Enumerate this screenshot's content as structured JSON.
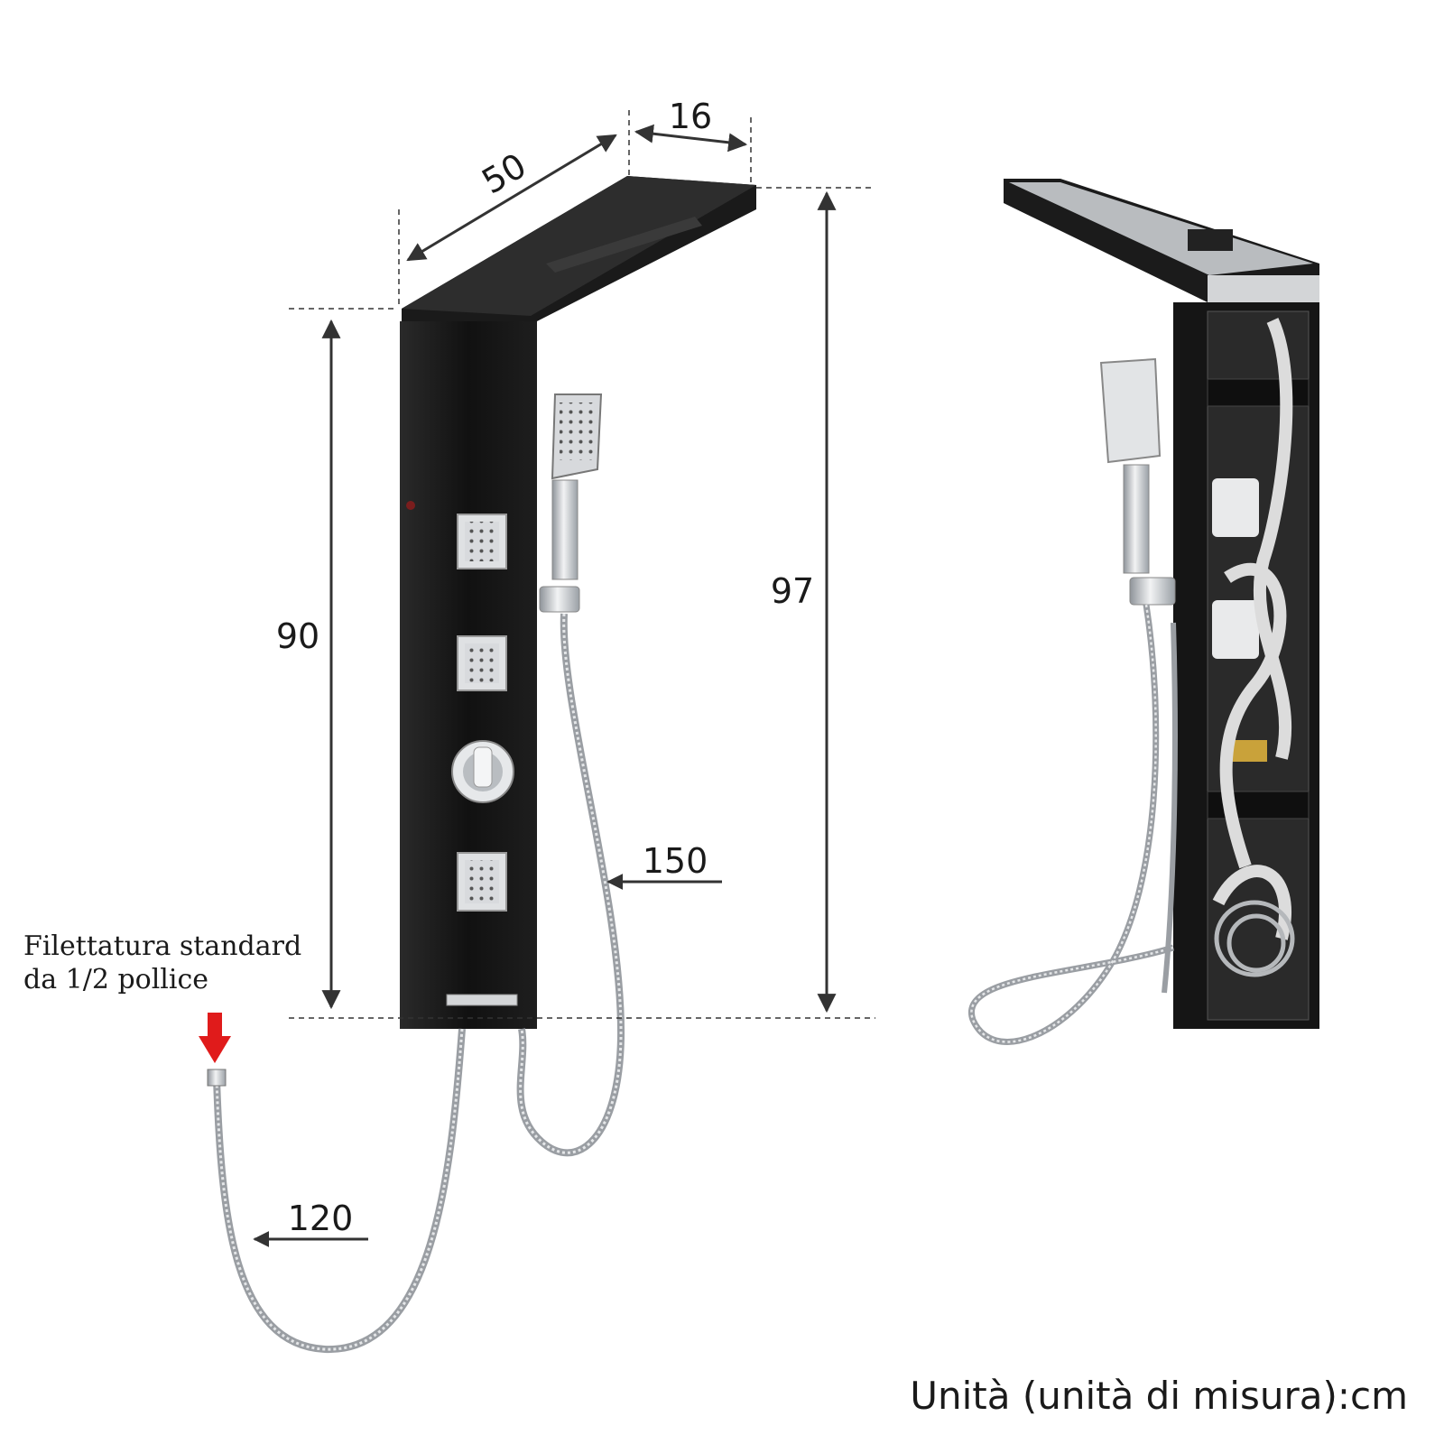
{
  "dimensions": {
    "top_depth": "16",
    "top_width": "50",
    "panel_height": "90",
    "total_height": "97",
    "handshower_hose": "150",
    "inlet_hose": "120"
  },
  "thread_note": {
    "line1": "Filettatura standard",
    "line2": "da 1/2 pollice"
  },
  "units_note": "Unità (unità di misura):cm",
  "colors": {
    "panel": "#1c1c1c",
    "chrome": "#c9ccd0",
    "arrow_red": "#e01b1b",
    "dimension_line": "#333333",
    "hose_white": "#eeeeee",
    "brass": "#c9a23a"
  }
}
